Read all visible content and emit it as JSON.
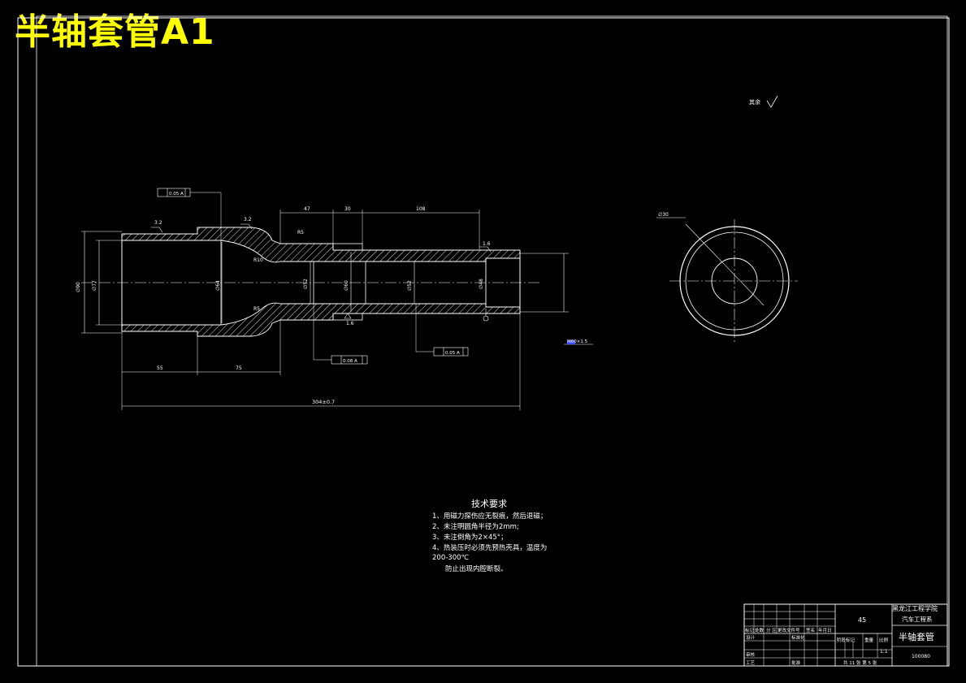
{
  "banner_title": "半轴套管A1",
  "roughness_note": "其余",
  "dims": {
    "len_47": "47",
    "len_30": "30",
    "len_108": "108",
    "len_55": "55",
    "len_75": "75",
    "overall": "304±0.7",
    "r10": "R10",
    "r5_top": "R5",
    "r5_bot": "R5",
    "ra_3_2a": "3.2",
    "ra_3_2b": "3.2",
    "ra_1_6": "1.6",
    "ra_1_6_bot": "1.6",
    "thread": "M60×1.5",
    "end_view_dim": "∅30"
  },
  "tolerance_frames": {
    "top": "0.05 A",
    "bottom_mid": "0.08 A",
    "bottom_right": "0.05 A"
  },
  "tech_requirements": {
    "heading": "技术要求",
    "items": [
      "1、用磁力探伤应无裂痕，然后退磁；",
      "2、未注明圆角半径为2mm;",
      "3、未注倒角为2×45°；",
      "4、热装压时必须先预热壳具，温度为",
      "200-300℃",
      "防止出现内腔断裂。"
    ]
  },
  "title_block": {
    "school": "黑龙江工程学院",
    "dept": "汽车工程系",
    "material": "45",
    "part_name": "半轴套管",
    "drawing_no": "100080",
    "scale": "1:1",
    "sheet_info": "共 11 张   第 5 张",
    "headers": [
      "标记",
      "处数",
      "分 区",
      "更改文件号",
      "签名",
      "年月日"
    ],
    "labels": {
      "design": "设计",
      "standard": "标准化",
      "review": "审核",
      "process": "工艺",
      "approve": "批准",
      "stage": "阶段标记",
      "weight": "重量",
      "ratio": "比例"
    }
  },
  "colors": {
    "background": "#000000",
    "outline": "#ffffff",
    "title": "#ffff00",
    "hatch": "#ffffff",
    "centerline": "#ffffff",
    "accent": "#3b4bff"
  }
}
